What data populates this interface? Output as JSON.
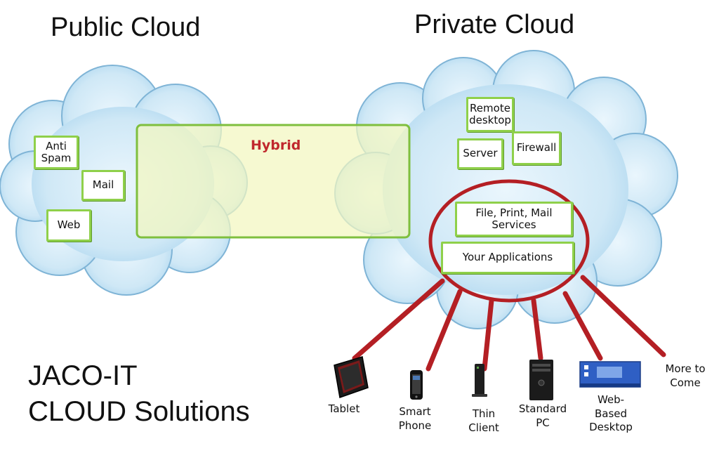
{
  "titles": {
    "public_cloud": "Public Cloud",
    "private_cloud": "Private Cloud",
    "brand_line1": "JACO-IT",
    "brand_line2": "CLOUD Solutions"
  },
  "public_services": [
    "Anti\nSpam",
    "Mail",
    "Web"
  ],
  "hybrid": {
    "label": "Hybrid"
  },
  "private_services": {
    "remote_desktop": "Remote\ndesktop",
    "server": "Server",
    "firewall": "Firewall",
    "file_print_mail": "File, Print, Mail\nServices",
    "your_applications": "Your Applications"
  },
  "devices": [
    {
      "label": "Tablet",
      "icon": "tablet-icon"
    },
    {
      "label": "Smart\nPhone",
      "icon": "smartphone-icon"
    },
    {
      "label": "Thin\nClient",
      "icon": "thin-client-icon"
    },
    {
      "label": "Standard\nPC",
      "icon": "desktop-pc-icon"
    },
    {
      "label": "Web-\nBased\nDesktop",
      "icon": "web-desktop-icon"
    },
    {
      "label": "More to\nCome",
      "icon": ""
    }
  ],
  "colors": {
    "cloud_fill": "#c9e6f6",
    "cloud_stroke": "#7fb4d6",
    "service_border": "#8fd04a",
    "hybrid_fill": "#f2f7bf",
    "hybrid_border": "#7fbf3e",
    "hybrid_text": "#c0282d",
    "connector": "#b41f24"
  }
}
